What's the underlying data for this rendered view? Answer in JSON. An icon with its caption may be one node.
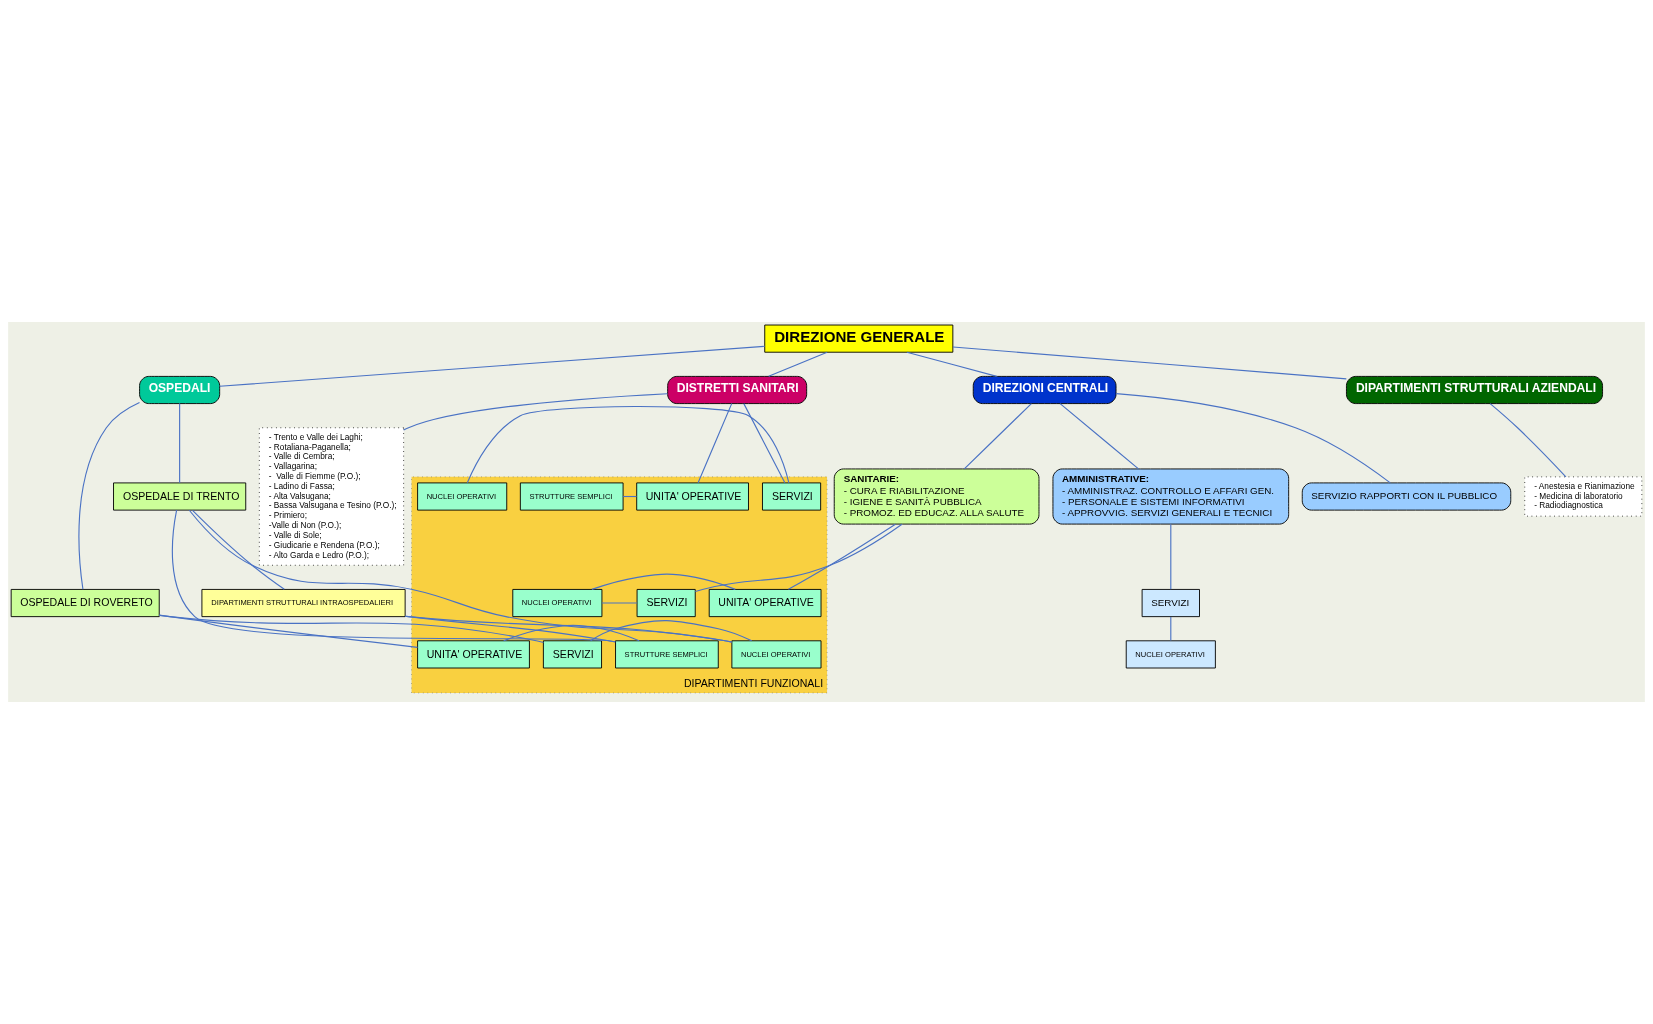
{
  "diagram": {
    "nodes": [
      {
        "text": [
          "DIREZIONE GENERALE"
        ]
      },
      {
        "text": [
          "OSPEDALI"
        ]
      },
      {
        "text": [
          "DISTRETTI SANITARI"
        ]
      },
      {
        "text": [
          "DIREZIONI CENTRALI"
        ]
      },
      {
        "text": [
          "DIPARTIMENTI STRUTTURALI AZIENDALI"
        ]
      },
      {
        "text": [
          "OSPEDALE DI ROVERETO"
        ]
      },
      {
        "text": [
          "OSPEDALE DI TRENTO"
        ]
      },
      {
        "text": [
          "DIPARTIMENTI STRUTTURALI INTRAOSPEDALIERI"
        ]
      },
      {
        "text": [
          "- Trento e Valle dei Laghi;",
          "- Rotaliana-Paganella;",
          "- Valle di Cembra;",
          "- Vallagarina;",
          "-  Valle di Fiemme (P.O.);",
          "- Ladino di Fassa;",
          "- Alta Valsugana;",
          "- Bassa Valsugana e Tesino (P.O.);",
          "- Primiero;",
          "-Valle di Non (P.O.);",
          "- Valle di Sole;",
          "- Giudicarie e Rendena (P.O.);",
          "- Alto Garda e Ledro (P.O.);"
        ]
      },
      {
        "text": [
          "SERVIZIO RAPPORTI CON IL PUBBLICO"
        ]
      },
      {
        "text": [
          "AMMINISTRATIVE:",
          "- AMMINISTRAZ. CONTROLLO E AFFARI GEN.",
          "- PERSONALE E SISTEMI INFORMATIVI",
          "- APPROVVIG. SERVIZI GENERALI E TECNICI"
        ]
      },
      {
        "text": [
          "SERVIZI"
        ]
      },
      {
        "text": [
          "NUCLEI OPERATIVI"
        ]
      },
      {
        "text": [
          "SANITARIE:",
          "- CURA E RIABILITAZIONE",
          "- IGIENE E SANITÀ PUBBLICA",
          "- PROMOZ. ED EDUCAZ. ALLA SALUTE"
        ]
      },
      {
        "text": [
          "- Anestesia e Rianimazione",
          "- Medicina di laboratorio",
          "- Radiodiagnostica"
        ]
      },
      {
        "text": [
          "DIPARTIMENTI FUNZIONALI"
        ]
      },
      {
        "text": [
          "SERVIZI"
        ],
        "in": 15
      },
      {
        "text": [
          "NUCLEI OPERATIVI"
        ],
        "in": 15
      },
      {
        "text": [
          "UNITA' OPERATIVE"
        ],
        "in": 15
      },
      {
        "text": [
          "STRUTTURE SEMPLICI"
        ],
        "in": 15
      },
      {
        "text": [
          "SERVIZI"
        ],
        "in": 15
      },
      {
        "text": [
          "NUCLEI OPERATIVI"
        ],
        "in": 15
      },
      {
        "text": [
          "UNITA' OPERATIVE"
        ],
        "in": 15
      },
      {
        "text": [
          "STRUTTURE SEMPLICI"
        ],
        "in": 15
      },
      {
        "text": [
          "SERVIZI"
        ],
        "in": 15
      },
      {
        "text": [
          "UNITA' OPERATIVE"
        ],
        "in": 15
      },
      {
        "text": [
          "NUCLEI OPERATIVI"
        ],
        "in": 15
      }
    ],
    "edges": [
      {
        "from": 0,
        "to": 1,
        "arrow": "none"
      },
      {
        "from": 0,
        "to": 2,
        "arrow": "none"
      },
      {
        "from": 0,
        "to": 3,
        "arrow": "none"
      },
      {
        "from": 0,
        "to": 4,
        "arrow": "none"
      },
      {
        "from": 1,
        "to": 5,
        "arrow": "none"
      },
      {
        "from": 1,
        "to": 6,
        "arrow": "none"
      },
      {
        "from": 6,
        "to": 7,
        "arrow": "none"
      },
      {
        "from": 2,
        "to": 8,
        "arrow": "none"
      },
      {
        "from": 3,
        "to": 9,
        "arrow": "none"
      },
      {
        "from": 3,
        "to": 10,
        "arrow": "none"
      },
      {
        "from": 10,
        "to": 11,
        "arrow": "none"
      },
      {
        "from": 11,
        "to": 12,
        "arrow": "none"
      },
      {
        "from": 3,
        "to": 13,
        "arrow": "none"
      },
      {
        "from": 4,
        "to": 14,
        "arrow": "none"
      },
      {
        "from": 5,
        "to": 16,
        "arrow": "none"
      },
      {
        "from": 5,
        "to": 18,
        "arrow": "none"
      },
      {
        "from": 16,
        "to": 17,
        "arrow": "none"
      },
      {
        "from": 18,
        "to": 19,
        "arrow": "none"
      },
      {
        "from": 6,
        "to": 17,
        "arrow": "none"
      },
      {
        "from": 6,
        "to": 19,
        "arrow": "none"
      },
      {
        "from": 7,
        "to": 17,
        "arrow": "none"
      },
      {
        "from": 7,
        "to": 19,
        "arrow": "none"
      },
      {
        "from": 2,
        "to": 20,
        "arrow": "none"
      },
      {
        "from": 2,
        "to": 22,
        "arrow": "none"
      },
      {
        "from": 20,
        "to": 21,
        "arrow": "none"
      },
      {
        "from": 22,
        "to": 23,
        "arrow": "none"
      },
      {
        "from": 13,
        "to": 24,
        "arrow": "none"
      },
      {
        "from": 13,
        "to": 25,
        "arrow": "none"
      },
      {
        "from": 24,
        "to": 26,
        "arrow": "none"
      },
      {
        "from": 25,
        "to": 26,
        "arrow": "none"
      }
    ]
  }
}
